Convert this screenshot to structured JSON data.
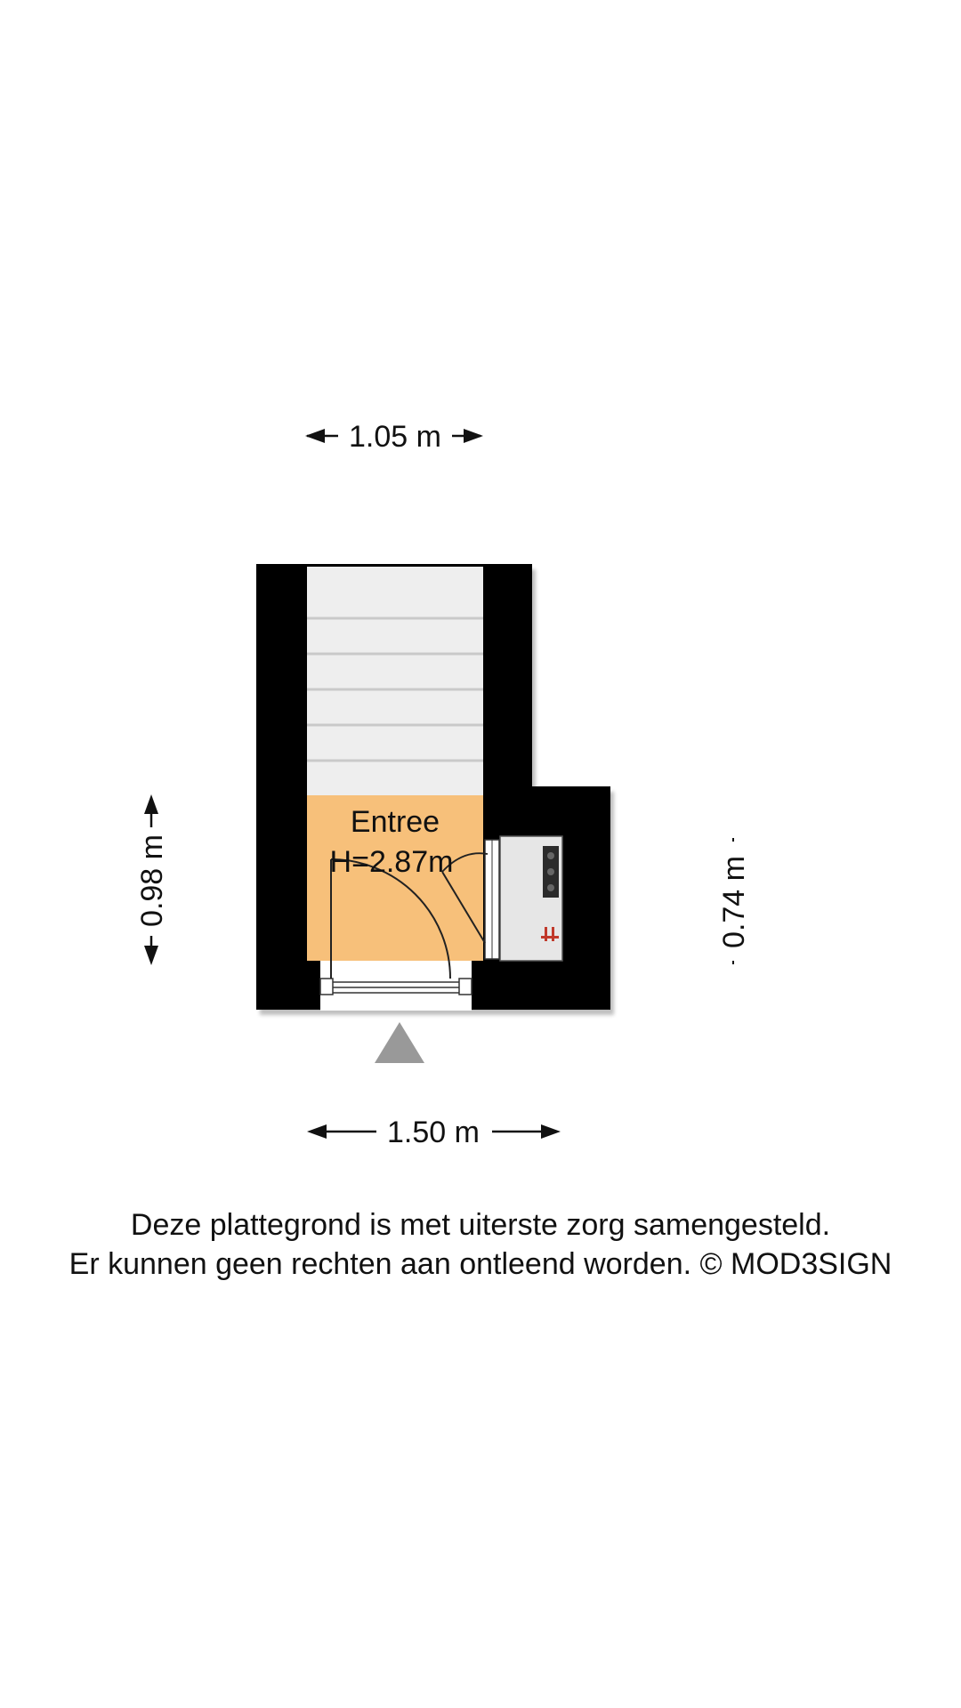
{
  "dimensions": {
    "top_width": "1.05 m",
    "bottom_width": "1.50 m",
    "left_height": "0.98 m",
    "right_height": "0.74 m"
  },
  "room": {
    "name": "Entree",
    "height": "H=2.87m"
  },
  "disclaimer": {
    "line1": "Deze plattegrond is met uiterste zorg samengesteld.",
    "line2": "Er kunnen geen rechten aan ontleend worden. © MOD3SIGN"
  },
  "colors": {
    "room_fill": "#f7c07a",
    "wall": "#000000",
    "stairs": "#efefef",
    "entrance_marker": "#999999"
  },
  "icons": [
    "arrow-left-icon",
    "arrow-right-icon",
    "arrow-up-icon",
    "arrow-down-icon",
    "entrance-triangle-icon",
    "meter-cabinet-icon"
  ]
}
